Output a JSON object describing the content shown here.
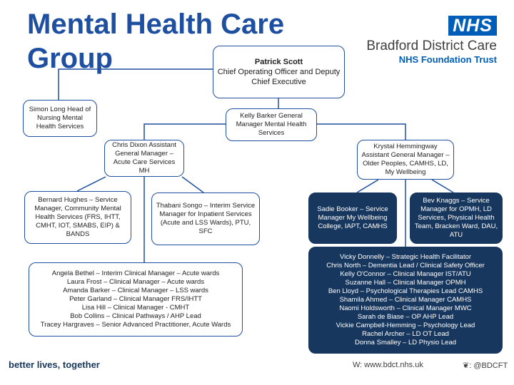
{
  "title": {
    "line1": "Mental Health Care",
    "line2": "Group"
  },
  "logo": {
    "nhs": "NHS",
    "line1": "Bradford District Care",
    "line2": "NHS Foundation Trust"
  },
  "patrick": {
    "name": "Patrick Scott",
    "role": "Chief Operating Officer and Deputy Chief Executive"
  },
  "simon": "Simon Long Head of Nursing Mental Health Services",
  "kelly": "Kelly Barker General Manager Mental Health Services",
  "chris": "Chris Dixon Assistant General Manager – Acute Care Services MH",
  "krystal": "Krystal Hemmingway Assistant General Manager – Older Peoples, CAMHS, LD, My Wellbeing",
  "bernard": "Bernard Hughes – Service Manager, Community Mental Health Services (FRS, IHTT, CMHT, IOT, SMABS, EIP) & BANDS",
  "thabani": "Thabani Songo – Interim Service Manager for Inpatient Services (Acute and LSS Wards), PTU, SFC",
  "sadie": "Sadie Booker – Service Manager My Wellbeing College, IAPT, CAMHS",
  "bev": "Bev Knaggs – Service Manager for OPMH, LD Services, Physical Health Team, Bracken Ward, DAU, ATU",
  "acute_team": [
    "Angela Bethel – Interim Clinical Manager – Acute wards",
    "Laura Frost – Clinical Manager – Acute wards",
    "Amanda Barker – Clinical Manager – LSS wards",
    "Peter Garland – Clinical Manager FRS/IHTT",
    "Lisa Hill – Clinical Manager - CMHT",
    "Bob Collins – Clinical Pathways / AHP Lead",
    "Tracey Hargraves – Senior Advanced Practitioner, Acute Wards"
  ],
  "older_team": [
    "Vicky Donnelly – Strategic Health Facilitator",
    "Chris North – Dementia Lead / Clinical Safety Officer",
    "Kelly O'Connor – Clinical Manager IST/ATU",
    "Suzanne Hall – Clinical Manager OPMH",
    "Ben Lloyd – Psychological Therapies Lead CAMHS",
    "Shamila Ahmed – Clinical Manager CAMHS",
    "Naomi Holdsworth – Clinical Manager MWC",
    "Sarah de Biase – OP AHP Lead",
    "Vickie Campbell-Hemming – Psychology Lead",
    "Rachel Archer – LD OT Lead",
    "Donna Smalley – LD Physio Lead"
  ],
  "footer": {
    "slogan": "better lives, together",
    "web": "W: www.bdct.nhs.uk",
    "twitter": ": @BDCFT"
  },
  "colors": {
    "primary": "#1e4fa0",
    "dark": "#17375e",
    "nhs_blue": "#005eb8"
  }
}
